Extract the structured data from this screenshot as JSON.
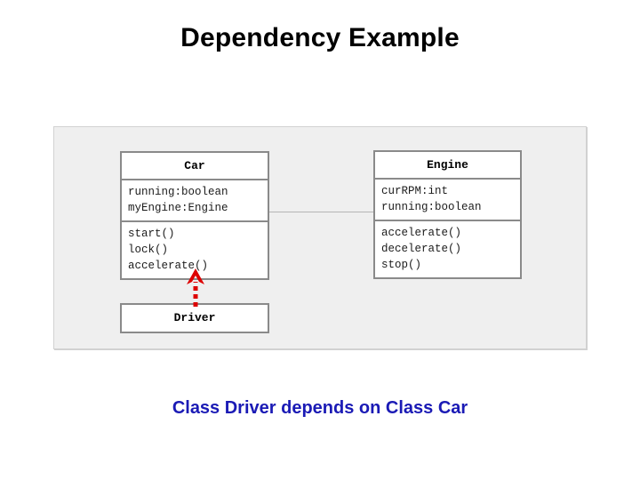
{
  "slide": {
    "title": "Dependency Example",
    "caption": "Class Driver depends on Class Car"
  },
  "colors": {
    "title_text": "#000000",
    "caption_text": "#1a1ab5",
    "panel_background": "#efefef",
    "panel_border": "#d2d2d2",
    "class_box_fill": "#ffffff",
    "class_box_border": "#8a8a8a",
    "dependency_arrow": "#dd0000",
    "association_line": "#b4b4b4"
  },
  "diagram": {
    "type": "uml-class-diagram",
    "classes": [
      {
        "id": "car",
        "name": "Car",
        "attributes": [
          "running:boolean",
          "myEngine:Engine"
        ],
        "operations": [
          "start()",
          "lock()",
          "accelerate()"
        ]
      },
      {
        "id": "engine",
        "name": "Engine",
        "attributes": [
          "curRPM:int",
          "running:boolean"
        ],
        "operations": [
          "accelerate()",
          "decelerate()",
          "stop()"
        ]
      },
      {
        "id": "driver",
        "name": "Driver",
        "attributes": [],
        "operations": []
      }
    ],
    "relationships": [
      {
        "id": "car-engine-association",
        "kind": "association",
        "style": "solid",
        "from": "Car",
        "to": "Engine",
        "color": "#b4b4b4"
      },
      {
        "id": "driver-car-dependency",
        "kind": "dependency",
        "style": "dashed",
        "arrowhead": "open-triangle",
        "from": "Driver",
        "to": "Car",
        "color": "#dd0000"
      }
    ]
  }
}
